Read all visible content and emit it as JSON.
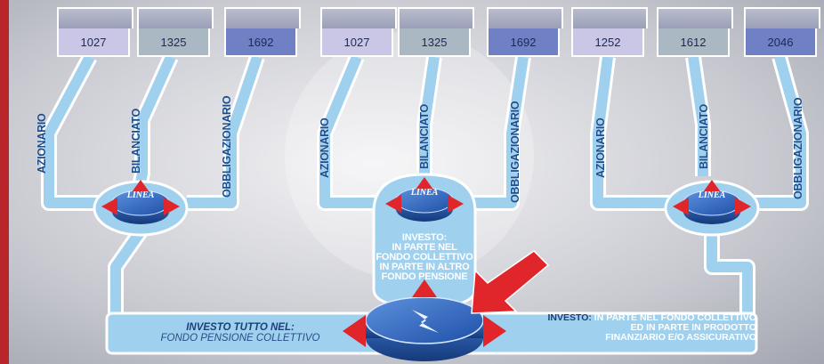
{
  "boxes": [
    {
      "value": "1027",
      "color": "#c9c6e6"
    },
    {
      "value": "1325",
      "color": "#a9b8c2"
    },
    {
      "value": "1692",
      "color": "#6f80c4"
    },
    {
      "value": "1027",
      "color": "#c9c6e6"
    },
    {
      "value": "1325",
      "color": "#a9b8c2"
    },
    {
      "value": "1692",
      "color": "#6f80c4"
    },
    {
      "value": "1252",
      "color": "#c9c6e6"
    },
    {
      "value": "1612",
      "color": "#a9b8c2"
    },
    {
      "value": "2046",
      "color": "#6f80c4"
    }
  ],
  "branch_labels": [
    "AZIONARIO",
    "BILANCIATO",
    "OBBLIGAZIONARIO"
  ],
  "hub_label": "LINEA",
  "middle_note": {
    "heading": "INVESTO:",
    "lines": [
      "IN PARTE NEL",
      "FONDO COLLETTIVO",
      "IN PARTE IN ALTRO",
      "FONDO PENSIONE"
    ]
  },
  "left_note": {
    "heading": "INVESTO TUTTO NEL:",
    "line": "FONDO PENSIONE  COLLETTIVO"
  },
  "right_note": {
    "heading": "INVESTO:",
    "line1": "IN PARTE NEL FONDO COLLETTIVO",
    "line2": "ED IN PARTE IN PRODOTTO",
    "line3": "FINANZIARIO E/O ASSICURATIVO"
  },
  "colors": {
    "pipe": "#9fd0ee",
    "pipe_edge": "#ffffff",
    "arrow": "#e0262a",
    "hub_top": "#2c66c2",
    "label": "#1c4d8a"
  }
}
